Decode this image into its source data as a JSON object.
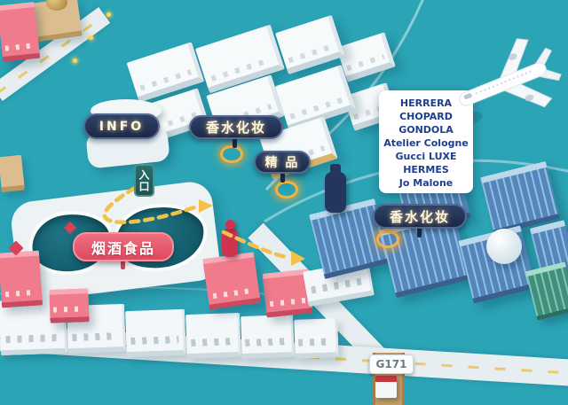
{
  "map": {
    "signs": {
      "info": {
        "label": "INFO"
      },
      "perfume_top": {
        "label": "香水化妆"
      },
      "boutique": {
        "label": "精 品"
      },
      "entrance": {
        "label": "入口"
      },
      "tobacco_food": {
        "label": "烟酒食品"
      },
      "perfume_right": {
        "label": "香水化妆"
      },
      "road": {
        "label": "G171"
      }
    },
    "brand_card": {
      "brands": [
        "HERRERA",
        "CHOPARD",
        "GONDOLA",
        "Atelier Cologne",
        "Gucci LUXE",
        "HERMES",
        "Jo Malone"
      ]
    },
    "colors": {
      "water": "#2ba4b6",
      "badge_navy": "#1f2d4e",
      "badge_red": "#e8596b",
      "route_yellow": "#f2c14a",
      "brand_text": "#1d3f8e",
      "building_blue": "#5585ba",
      "building_pink": "#ef7b8d"
    },
    "icons": [
      "airplane-icon",
      "route-arrow-icon",
      "glow-marker"
    ]
  }
}
